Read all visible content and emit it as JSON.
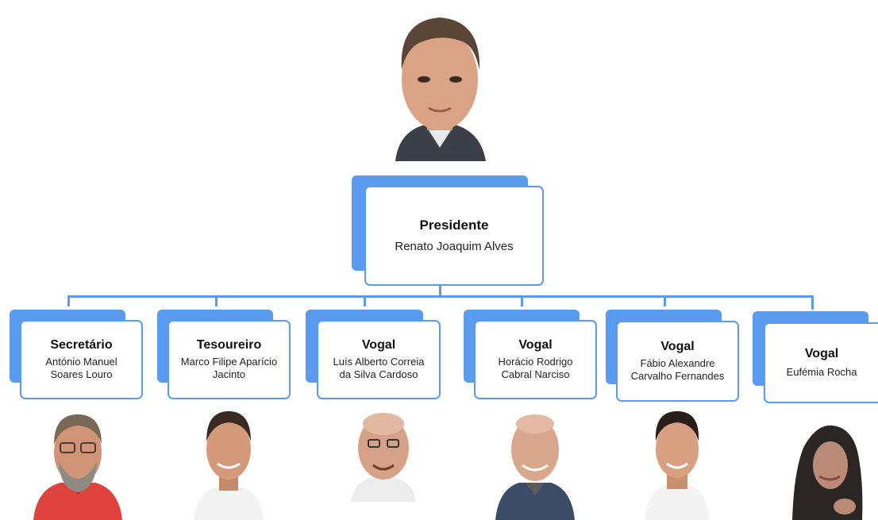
{
  "colors": {
    "box_border": "#5b9bef",
    "box_shadow": "#5b9bef",
    "connector": "#5b9bef"
  },
  "president": {
    "role": "Presidente",
    "name": "Renato Joaquim Alves"
  },
  "members": [
    {
      "role": "Secretário",
      "name": "António Manuel\nSoares Louro"
    },
    {
      "role": "Tesoureiro",
      "name": "Marco Filipe Aparício\nJacinto"
    },
    {
      "role": "Vogal",
      "name": "Luís Alberto Correia\nda Silva Cardoso"
    },
    {
      "role": "Vogal",
      "name": "Horácio Rodrigo\nCabral Narciso"
    },
    {
      "role": "Vogal",
      "name": "Fábio Alexandre\nCarvalho Fernandes"
    },
    {
      "role": "Vogal",
      "name": "Eufémia Rocha"
    }
  ]
}
